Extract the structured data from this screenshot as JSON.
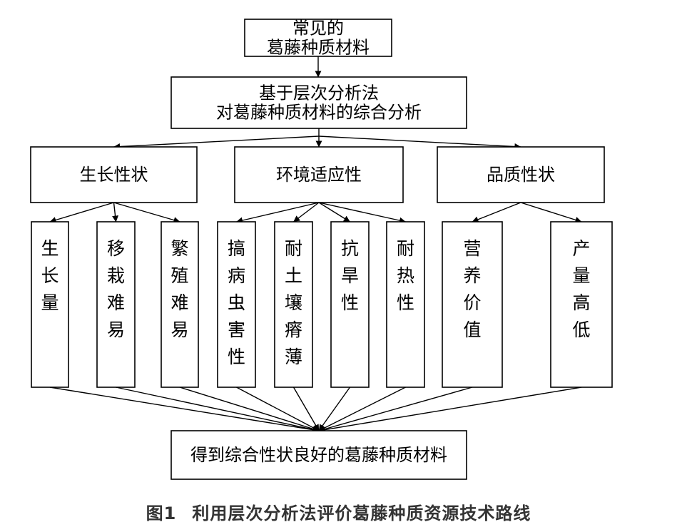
{
  "diagram": {
    "source": {
      "lines": [
        "常见的",
        "葛藤种质材料"
      ]
    },
    "method": {
      "lines": [
        "基于层次分析法",
        "对葛藤种质材料的综合分析"
      ]
    },
    "categories": [
      {
        "id": "growth",
        "label": "生长性状"
      },
      {
        "id": "adapt",
        "label": "环境适应性"
      },
      {
        "id": "quality",
        "label": "品质性状"
      }
    ],
    "traits": [
      {
        "parent": "growth",
        "label": "生长量"
      },
      {
        "parent": "growth",
        "label": "移栽难易"
      },
      {
        "parent": "growth",
        "label": "繁殖难易"
      },
      {
        "parent": "adapt",
        "label": "搞病虫害性"
      },
      {
        "parent": "adapt",
        "label": "耐土壤瘠薄"
      },
      {
        "parent": "adapt",
        "label": "抗旱性"
      },
      {
        "parent": "adapt",
        "label": "耐热性"
      },
      {
        "parent": "quality",
        "label": "营养价值"
      },
      {
        "parent": "quality",
        "label": "产量高低"
      }
    ],
    "result": {
      "label": "得到综合性状良好的葛藤种质材料"
    }
  },
  "caption": {
    "number": "图1",
    "text": "利用层次分析法评价葛藤种质资源技术路线"
  }
}
